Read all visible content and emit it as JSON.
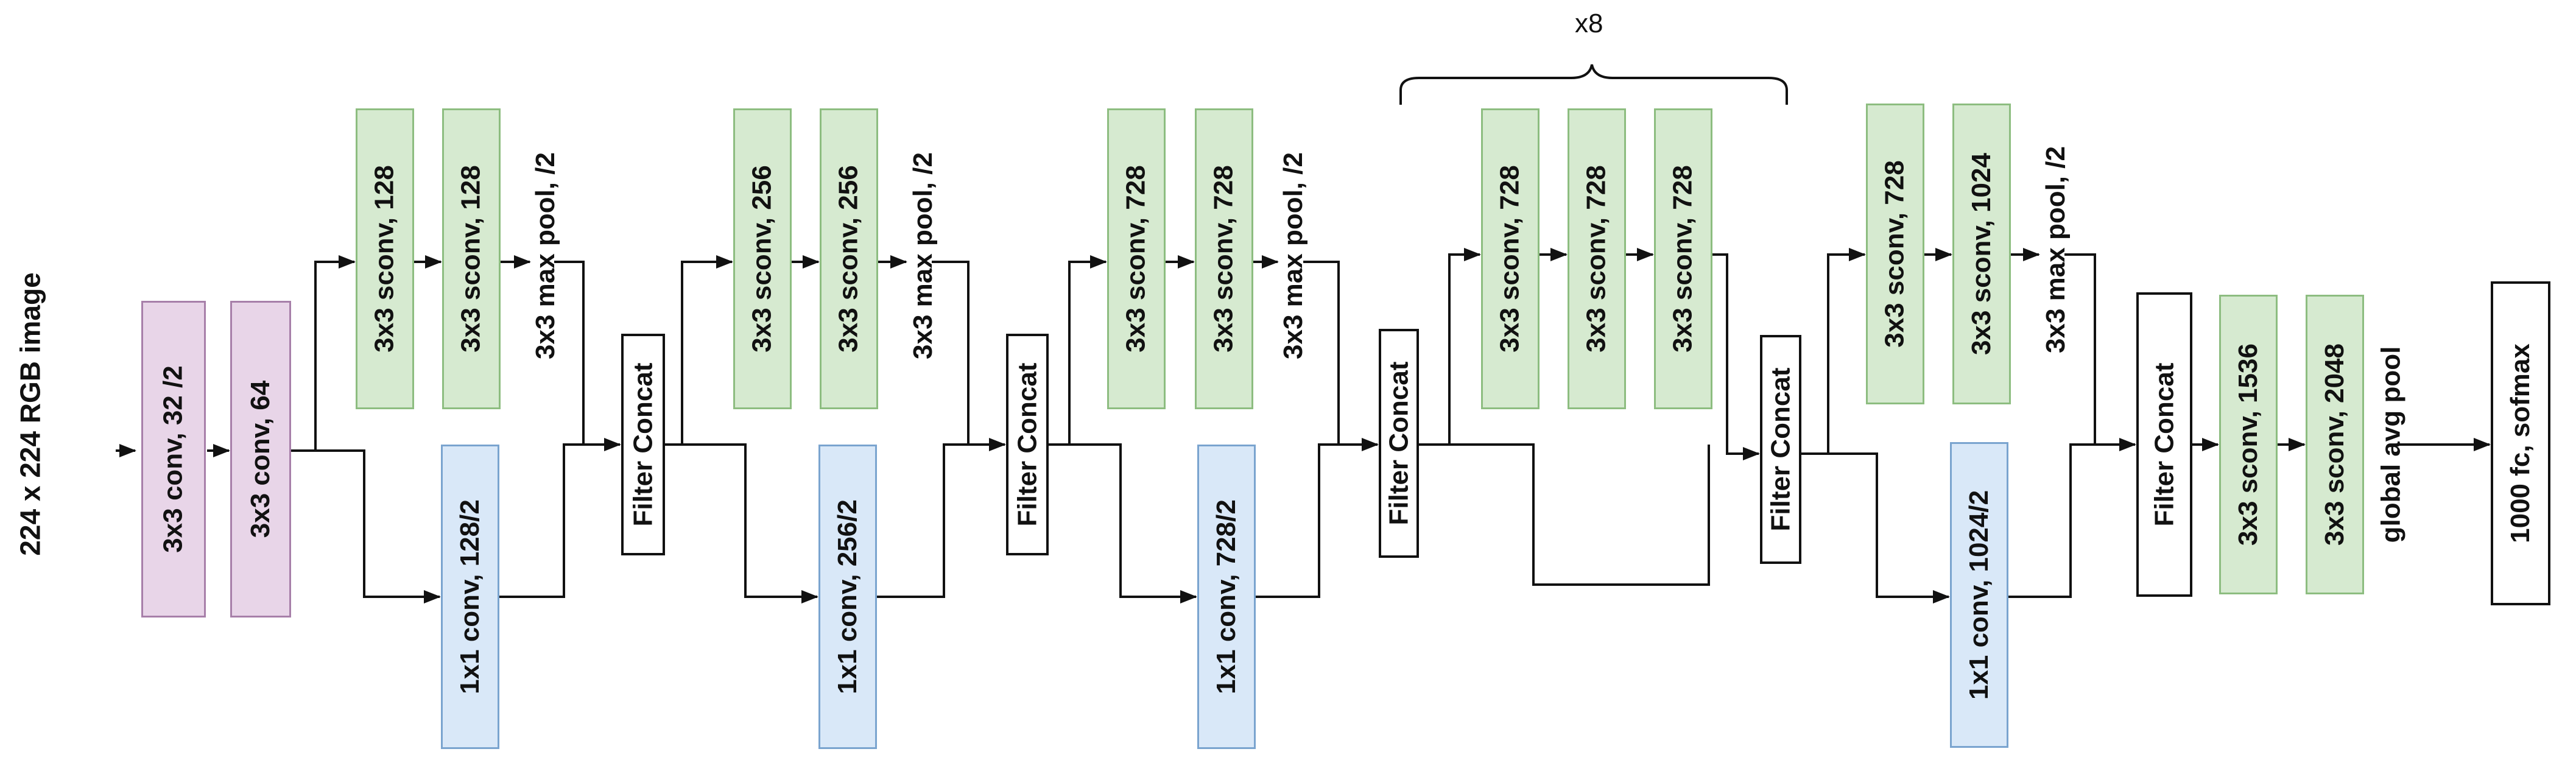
{
  "input": {
    "label": "224 x 224 RGB image"
  },
  "stem": {
    "conv1": "3x3 conv, 32 /2",
    "conv2": "3x3 conv, 64"
  },
  "block1": {
    "sconv1": "3x3 sconv, 128",
    "sconv2": "3x3 sconv, 128",
    "pool": "3x3 max pool, /2",
    "shortcut": "1x1 conv, 128/2",
    "concat": "Filter Concat"
  },
  "block2": {
    "sconv1": "3x3 sconv, 256",
    "sconv2": "3x3 sconv, 256",
    "pool": "3x3 max pool, /2",
    "shortcut": "1x1 conv, 256/2",
    "concat": "Filter Concat"
  },
  "block3": {
    "sconv1": "3x3 sconv, 728",
    "sconv2": "3x3 sconv, 728",
    "pool": "3x3 max pool, /2",
    "shortcut": "1x1 conv, 728/2",
    "concat": "Filter Concat"
  },
  "middle": {
    "repeat": "x8",
    "sconv1": "3x3 sconv, 728",
    "sconv2": "3x3 sconv, 728",
    "sconv3": "3x3 sconv, 728",
    "concat": "Filter Concat"
  },
  "exit": {
    "sconv1": "3x3 sconv, 728",
    "sconv2": "3x3 sconv, 1024",
    "pool": "3x3 max pool, /2",
    "shortcut": "1x1 conv, 1024/2",
    "concat": "Filter Concat",
    "sconv3": "3x3 sconv, 1536",
    "sconv4": "3x3 sconv, 2048",
    "gap": "global avg pool",
    "fc": "1000 fc,  sofmax"
  },
  "colors": {
    "purple_fill": "#e8d5e8",
    "green_fill": "#d6ead0",
    "blue_fill": "#d9e8f8",
    "line": "#111111"
  }
}
